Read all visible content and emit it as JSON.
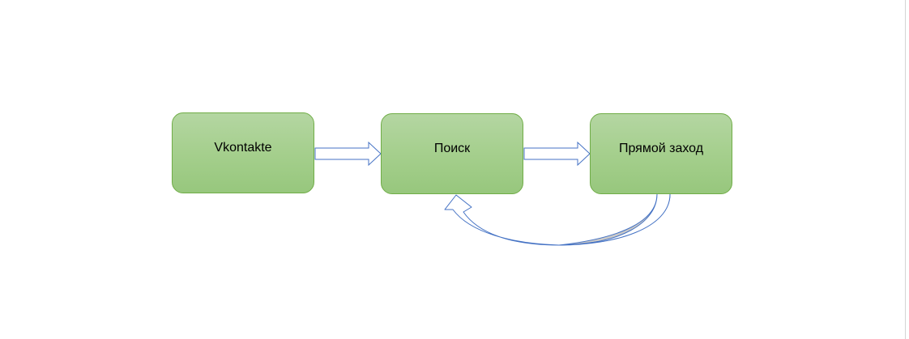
{
  "diagram": {
    "nodes": [
      {
        "id": "vkontakte",
        "label": "Vkontakte"
      },
      {
        "id": "search",
        "label": "Поиск"
      },
      {
        "id": "direct",
        "label": "Прямой заход"
      }
    ],
    "edges": [
      {
        "from": "vkontakte",
        "to": "search",
        "style": "block-arrow"
      },
      {
        "from": "search",
        "to": "direct",
        "style": "block-arrow"
      },
      {
        "from": "direct",
        "to": "search",
        "style": "curved-arrow"
      }
    ],
    "colors": {
      "node_fill": "#a5cf8d",
      "node_border": "#70ad47",
      "arrow_stroke": "#4472c4",
      "curve_shadow": "#c9c9c9"
    }
  }
}
